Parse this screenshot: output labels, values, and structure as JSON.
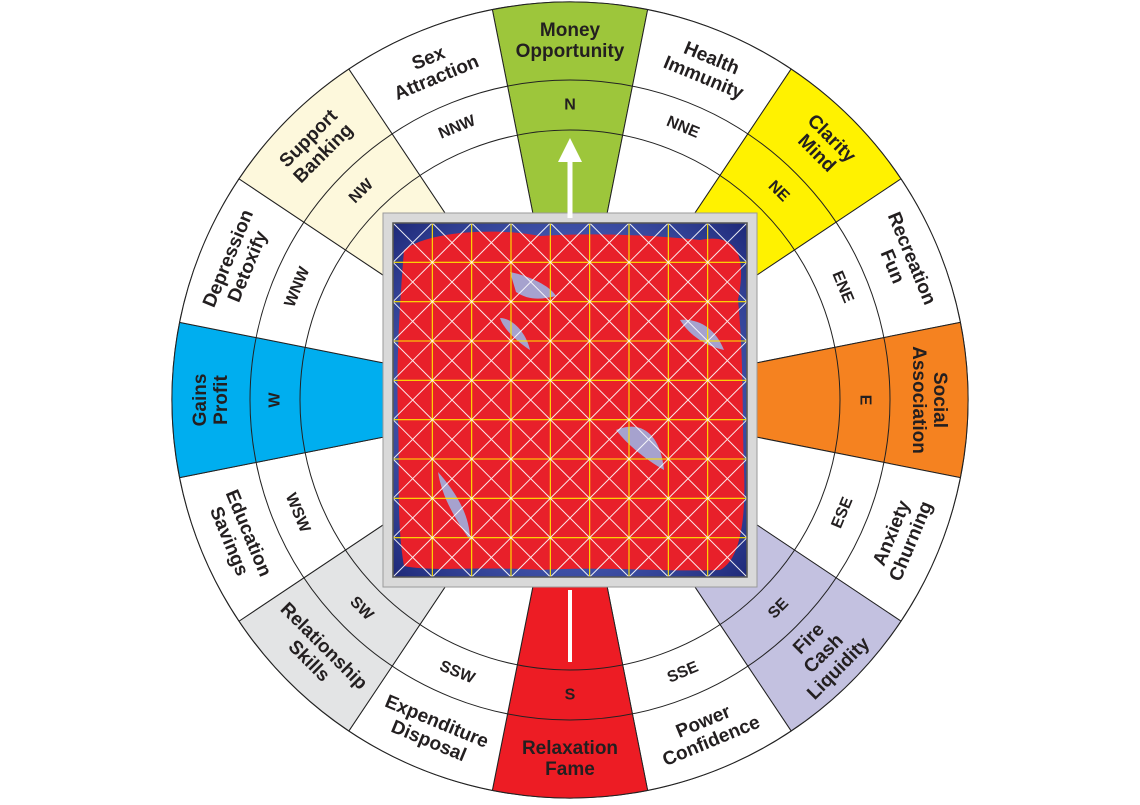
{
  "zones": [
    {
      "code": "N",
      "lines": [
        "Money",
        "Opportunity"
      ],
      "color": "#9dc63b"
    },
    {
      "code": "NNE",
      "lines": [
        "Health",
        "Immunity"
      ],
      "color": "#ffffff"
    },
    {
      "code": "NE",
      "lines": [
        "Clarity",
        "Mind"
      ],
      "color": "#fff200"
    },
    {
      "code": "ENE",
      "lines": [
        "Recreation",
        "Fun"
      ],
      "color": "#ffffff"
    },
    {
      "code": "E",
      "lines": [
        "Social",
        "Association"
      ],
      "color": "#f58220"
    },
    {
      "code": "ESE",
      "lines": [
        "Anxiety",
        "Churning"
      ],
      "color": "#ffffff"
    },
    {
      "code": "SE",
      "lines": [
        "Fire",
        "Cash",
        "Liquidity"
      ],
      "color": "#c3c1e0"
    },
    {
      "code": "SSE",
      "lines": [
        "Power",
        "Confidence"
      ],
      "color": "#ffffff"
    },
    {
      "code": "S",
      "lines": [
        "Relaxation",
        "Fame"
      ],
      "color": "#ed1c24"
    },
    {
      "code": "SSW",
      "lines": [
        "Expenditure",
        "Disposal"
      ],
      "color": "#ffffff"
    },
    {
      "code": "SW",
      "lines": [
        "Relationship",
        "Skills"
      ],
      "color": "#e3e4e5"
    },
    {
      "code": "WSW",
      "lines": [
        "Education",
        "Savings"
      ],
      "color": "#ffffff"
    },
    {
      "code": "W",
      "lines": [
        "Gains",
        "Profit"
      ],
      "color": "#00aeef"
    },
    {
      "code": "WNW",
      "lines": [
        "Depression",
        "Detoxify"
      ],
      "color": "#ffffff"
    },
    {
      "code": "NW",
      "lines": [
        "Support",
        "Banking"
      ],
      "color": "#fdf8dc"
    },
    {
      "code": "NNW",
      "lines": [
        "Sex",
        "Attraction"
      ],
      "color": "#ffffff"
    }
  ],
  "colors": {
    "ring_stroke": "#222222",
    "grid_background": "#2b3a8f",
    "grid_lines": "#ffe800",
    "figure": "#e8202a",
    "arrow": "#ffffff"
  },
  "icons": {
    "north_arrow": "arrow-up",
    "south_marker": "line",
    "central_figure": "vastu-purusha"
  }
}
